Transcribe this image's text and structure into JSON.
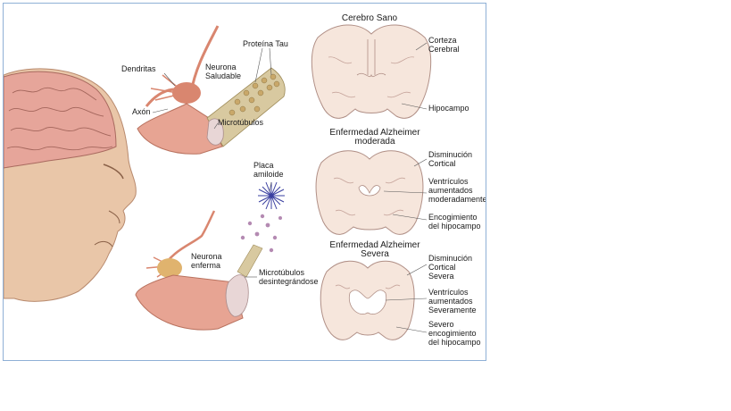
{
  "figure": {
    "labels": {
      "dendritas": "Dendritas",
      "neurona_saludable": "Neurona\nSaludable",
      "proteina_tau": "Proteína Tau",
      "axon": "Axón",
      "microtubulos": "Microtúbulos",
      "placa_amiloide": "Placa\namiloide",
      "neurona_enferma": "Neurona\nenferma",
      "microtubulos_desintegrandose": "Microtúbulos\ndesintegrándose"
    },
    "panels": [
      {
        "title": "Cerebro Sano",
        "annotations": [
          "Corteza\nCerebral",
          "Hipocampo"
        ]
      },
      {
        "title": "Enfermedad Alzheimer\nmoderada",
        "annotations": [
          "Disminución\nCortical",
          "Ventrículos\naumentados\nmoderadamente",
          "Encogimiento\ndel hipocampo"
        ]
      },
      {
        "title": "Enfermedad Alzheimer\nSevera",
        "annotations": [
          "Disminución\nCortical\nSevera",
          "Ventrículos\naumentados\nSeveramente",
          "Severo\nencogimiento\ndel hipocampo"
        ]
      }
    ]
  },
  "colors": {
    "frame_border": "#8fb0d6",
    "brain_tissue": "#f6e6dc",
    "brain_outline": "#b08f86",
    "skin": "#e9c6a8",
    "brain_pink": "#e6a59a",
    "neuron": "#d9866f",
    "tau": "#c9a86a",
    "plaque": "#3a3fa0"
  }
}
